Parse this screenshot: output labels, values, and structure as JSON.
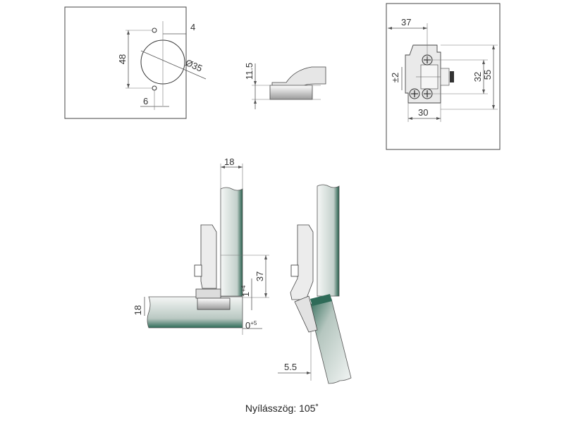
{
  "drill_view": {
    "dim_spacing": "4",
    "dim_height": "48",
    "dim_diameter": "Ø35",
    "dim_edge": "6"
  },
  "side_view": {
    "dim_depth": "11.5"
  },
  "plate_view": {
    "dim_offset": "37",
    "dim_adjust": "±2",
    "dim_pitch": "32",
    "dim_length": "55",
    "dim_width": "30"
  },
  "closed_view": {
    "dim_panel_top": "18",
    "dim_panel_side": "18",
    "dim_height": "37",
    "dim_overlay": "1",
    "dim_overlay_tol": "+4",
    "dim_gap": "0",
    "dim_gap_tol": "+5"
  },
  "open_view": {
    "dim_clearance": "5.5"
  },
  "caption": "Nyílásszög: 105˚"
}
